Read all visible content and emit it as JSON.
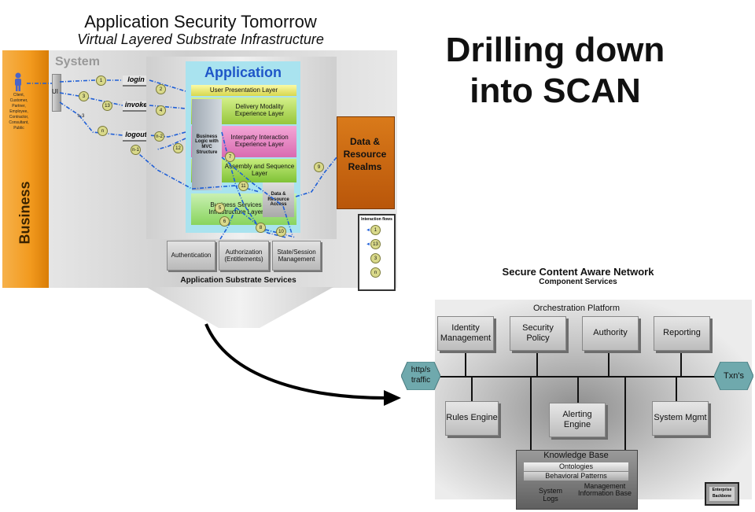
{
  "title": {
    "line1": "Application Security Tomorrow",
    "line2": "Virtual Layered Substrate Infrastructure"
  },
  "slide_heading": {
    "line1": "Drilling down",
    "line2": "into SCAN"
  },
  "left_diagram": {
    "business_label": "Business",
    "people_label": "Client, Customer, Partner, Employee, Contractor, Consultant, Public",
    "ui_label": "UI",
    "system_label": "System",
    "actions": [
      "login",
      "invoke",
      "logout"
    ],
    "application_title": "Application",
    "layers": {
      "presentation": "User Presentation Layer",
      "delivery": "Delivery Modality Experience Layer",
      "interparty": "Interparty Interaction Experience Layer",
      "sequence": "Assembly and Sequence Layer",
      "business_services": "Business Services Infrastructure Layer",
      "business_logic": "Business Logic with MVC Structure",
      "data_access": "Data & Resource Access"
    },
    "data_realms": "Data & Resource Realms",
    "substrate_services": [
      "Authentication",
      "Authorization (Entitlements)",
      "State/Session Management"
    ],
    "substrate_title": "Application Substrate Services",
    "legend": {
      "title": "Interaction flows",
      "items": [
        "1",
        "13",
        "3",
        "n"
      ]
    },
    "flow_markers": [
      "1",
      "2",
      "3",
      "4",
      "13",
      "n",
      "n-3",
      "n-2",
      "n-1",
      "12",
      "7",
      "9",
      "11",
      "5",
      "6",
      "8",
      "10"
    ]
  },
  "scan": {
    "title": "Secure Content Aware Network",
    "subtitle": "Component Services",
    "orchestration": "Orchestration Platform",
    "top_components": [
      "Identity Management",
      "Security Policy",
      "Authority",
      "Reporting"
    ],
    "bottom_components": [
      "Rules Engine",
      "Alerting Engine",
      "System Mgmt"
    ],
    "left_port": "http/s traffic",
    "right_port": "Txn's",
    "knowledge_base": {
      "title": "Knowledge Base",
      "ontologies": "Ontologies",
      "patterns": "Behavioral Patterns",
      "logs": "System Logs",
      "mib": "Management Information Base"
    },
    "enterprise_backbone": "Enterprise Backbone"
  },
  "colors": {
    "business_orange": "#f29a1e",
    "data_realm_brown": "#c8650a",
    "flow_blue": "#1f5fd6",
    "app_cyan": "#a9e3ef"
  }
}
